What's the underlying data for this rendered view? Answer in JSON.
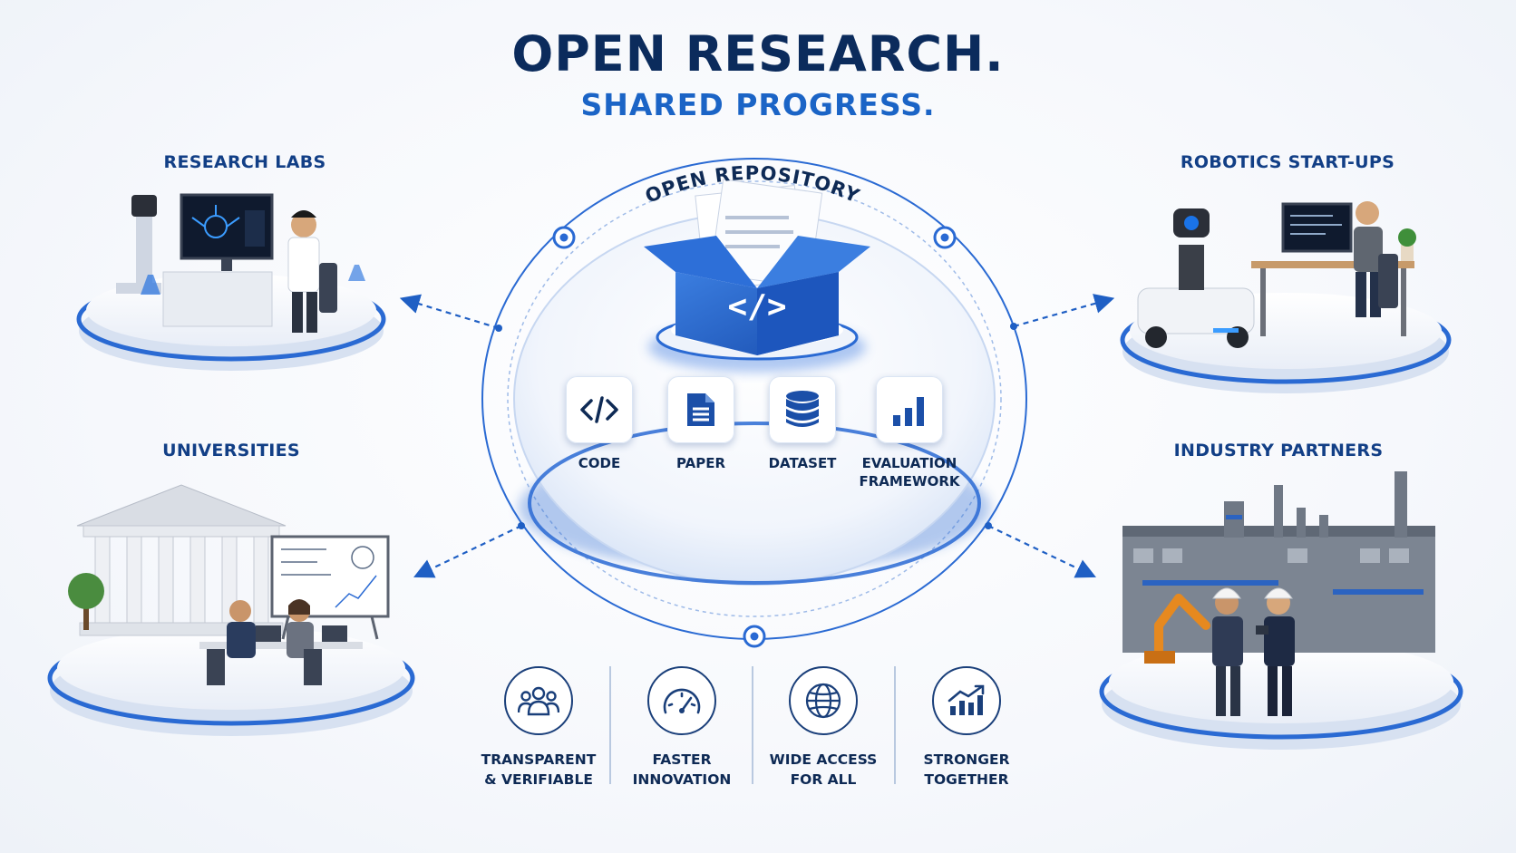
{
  "header": {
    "title": "OPEN RESEARCH.",
    "subtitle": "SHARED PROGRESS."
  },
  "hub": {
    "label": "OPEN REPOSITORY",
    "box_symbol": "</>",
    "artifacts": [
      {
        "label_line1": "CODE",
        "label_line2": "",
        "icon": "code-icon"
      },
      {
        "label_line1": "PAPER",
        "label_line2": "",
        "icon": "document-icon"
      },
      {
        "label_line1": "DATASET",
        "label_line2": "",
        "icon": "database-icon"
      },
      {
        "label_line1": "EVALUATION",
        "label_line2": "FRAMEWORK",
        "icon": "bar-chart-icon"
      }
    ]
  },
  "nodes": {
    "research_labs": "RESEARCH LABS",
    "robotics_startups": "ROBOTICS START-UPS",
    "universities": "UNIVERSITIES",
    "industry_partners": "INDUSTRY PARTNERS"
  },
  "benefits": [
    {
      "line1": "TRANSPARENT",
      "line2": "& VERIFIABLE",
      "icon": "people-icon"
    },
    {
      "line1": "FASTER",
      "line2": "INNOVATION",
      "icon": "speedometer-icon"
    },
    {
      "line1": "WIDE ACCESS",
      "line2": "FOR ALL",
      "icon": "globe-icon"
    },
    {
      "line1": "STRONGER",
      "line2": "TOGETHER",
      "icon": "growth-chart-icon"
    }
  ],
  "colors": {
    "navy": "#0b2b5c",
    "accent_blue": "#1b64c6",
    "box_blue": "#2563c9"
  }
}
